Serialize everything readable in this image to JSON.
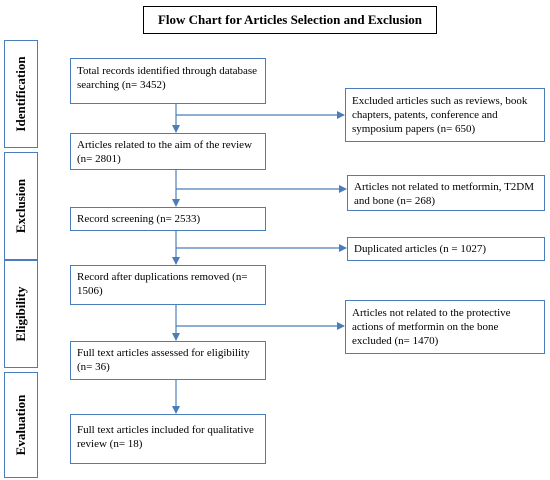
{
  "title": "Flow Chart for Articles Selection and Exclusion",
  "colors": {
    "line": "#4a7ebb",
    "text": "#000000",
    "background": "#ffffff"
  },
  "stages": [
    {
      "id": "identification",
      "label": "Identification"
    },
    {
      "id": "exclusion",
      "label": "Exclusion"
    },
    {
      "id": "eligibility",
      "label": "Eligibility"
    },
    {
      "id": "evaluation",
      "label": "Evaluation"
    }
  ],
  "main_boxes": [
    {
      "id": "total-records",
      "text": "Total records identified through database searching (n= 3452)"
    },
    {
      "id": "articles-related",
      "text": "Articles related to the aim of the review (n= 2801)"
    },
    {
      "id": "record-screening",
      "text": "Record screening (n= 2533)"
    },
    {
      "id": "after-duplications",
      "text": "Record after duplications removed (n= 1506)"
    },
    {
      "id": "full-text-assessed",
      "text": "Full text articles assessed for eligibility (n= 36)"
    },
    {
      "id": "full-text-included",
      "text": "Full text articles included for qualitative review (n= 18)"
    }
  ],
  "excluded_boxes": [
    {
      "id": "excluded-reviews",
      "text": "Excluded articles such as reviews, book chapters, patents, conference and symposium papers (n= 650)"
    },
    {
      "id": "not-related-metformin",
      "text": "Articles not related to metformin, T2DM and bone (n= 268)"
    },
    {
      "id": "duplicated",
      "text": "Duplicated articles (n = 1027)"
    },
    {
      "id": "not-related-protective",
      "text": "Articles not related to the protective actions of metformin on the bone excluded (n= 1470)"
    }
  ]
}
